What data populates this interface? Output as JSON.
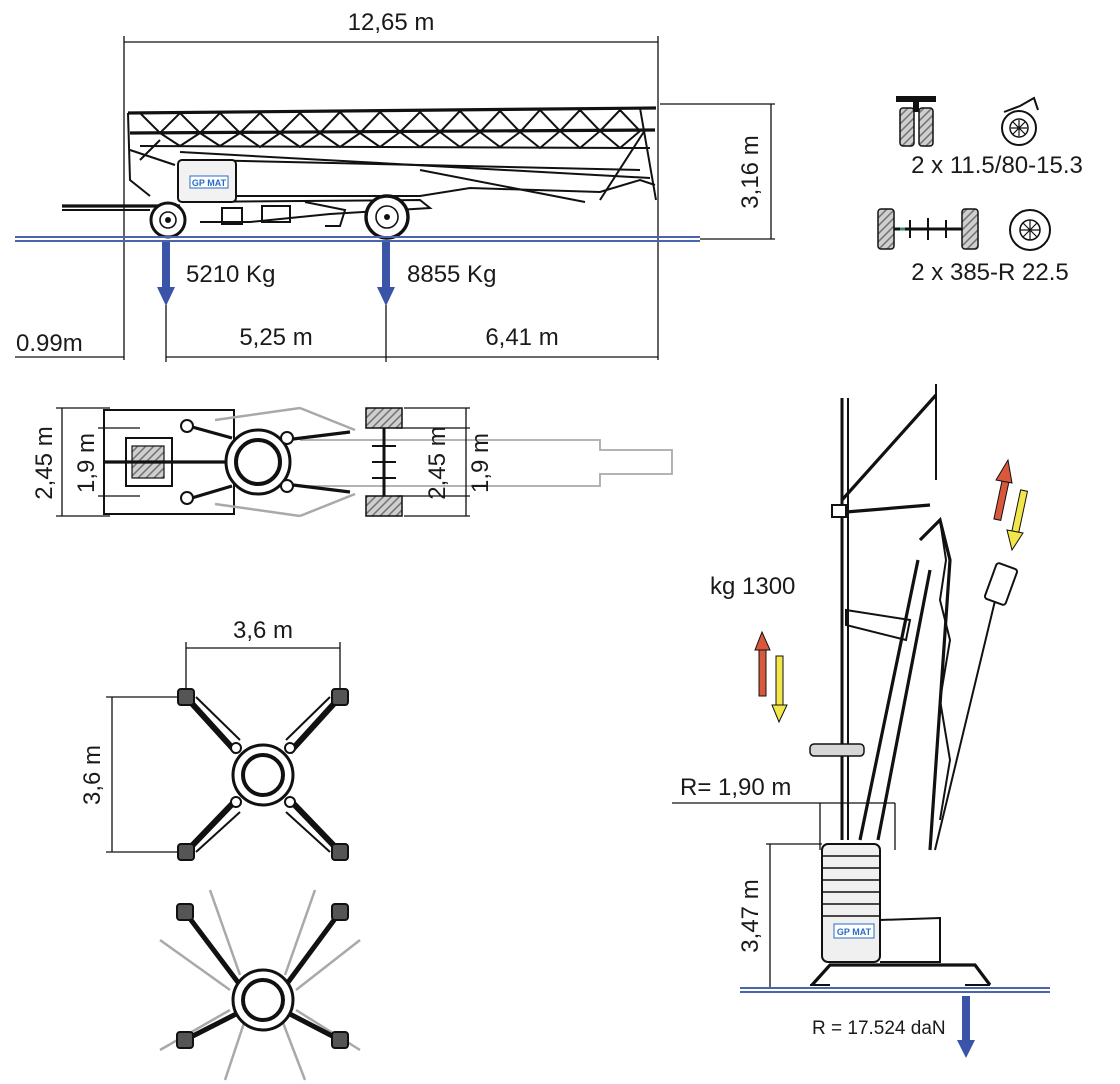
{
  "side_view": {
    "overall_length": "12,65 m",
    "height": "3,16 m",
    "front_axle_load": "5210 Kg",
    "rear_axle_load": "8855 Kg",
    "front_overhang": "0.99m",
    "wheelbase": "5,25 m",
    "rear_overhang": "6,41 m",
    "logo_text": "GP MAT"
  },
  "tires": {
    "front": "2 x 11.5/80-15.3",
    "rear": "2 x 385-R 22.5"
  },
  "top_view": {
    "outer_width_left": "2,45 m",
    "inner_width_left": "1,9 m",
    "outer_width_right": "2,45 m",
    "inner_width_right": "1,9 m"
  },
  "outrigger_plan": {
    "width": "3,6 m",
    "depth": "3,6 m"
  },
  "working_view": {
    "load": "kg 1300",
    "radius": "R= 1,90 m",
    "height": "3,47 m",
    "reaction": "R = 17.524 daN",
    "logo_text": "GP MAT"
  },
  "colors": {
    "ground_line": "#4a64b0",
    "load_arrow": "#3a55a8",
    "up_arrow": "#d9573a",
    "down_arrow": "#f2e64a",
    "line": "#111111",
    "ghost": "#a9a9a9",
    "logo_blue": "#2a6cc4"
  }
}
